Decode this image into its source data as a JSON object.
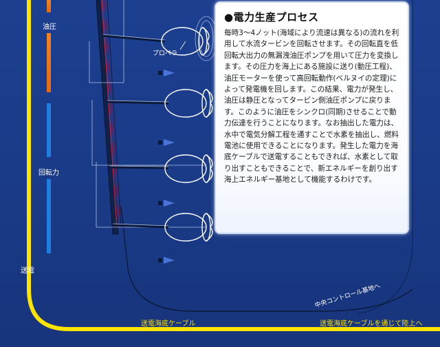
{
  "labels": {
    "oil_pressure": "油圧",
    "rotation_power": "回転力",
    "power_transmission": "送電",
    "propeller": "プロペラ",
    "subsea_cable": "送電海底ケーブル",
    "cable_to_land": "送電海底ケーブルを通じて陸上へ",
    "to_central_control": "中央コントロール基地へ"
  },
  "info_box": {
    "title": "●電力生産プロセス",
    "body": "毎時3〜4ノット(海域により流速は異なる)の流れを利用して水流タービンを回転させます。その回転直を低回転大出力の無漏洩油圧ポンプを用いて圧力を変換します。その圧力を海上にある施設に送り(動圧工程)、油圧モーターを使って高回転動作(ベルヌイの定理)によって発電機を回します。この結果、電力が発生し、油圧は静圧となってタービン側油圧ポンプに戻ります。このように油圧をシンクロ(同期)させることで動力伝達を行うことになります。なお抽出した電力は、水中で電気分解工程を通すことで水素を抽出し、燃料電池に使用できることになります。発生した電力を海底ケーブルで送電することもできれば、水素として取り出すこともできることで、新エネルギーを創り出す海上エネルギー基地として機能するわけです。"
  },
  "colors": {
    "background": "#1a3d8c",
    "oil_pressure_bar": "#f5821f",
    "rotation_bar": "#1e7fe0",
    "transmission_line": "#ffe400",
    "panel": "#ffffff"
  },
  "icons": [
    "right-arrow-icon",
    "turbine-icon",
    "propeller-icon"
  ]
}
